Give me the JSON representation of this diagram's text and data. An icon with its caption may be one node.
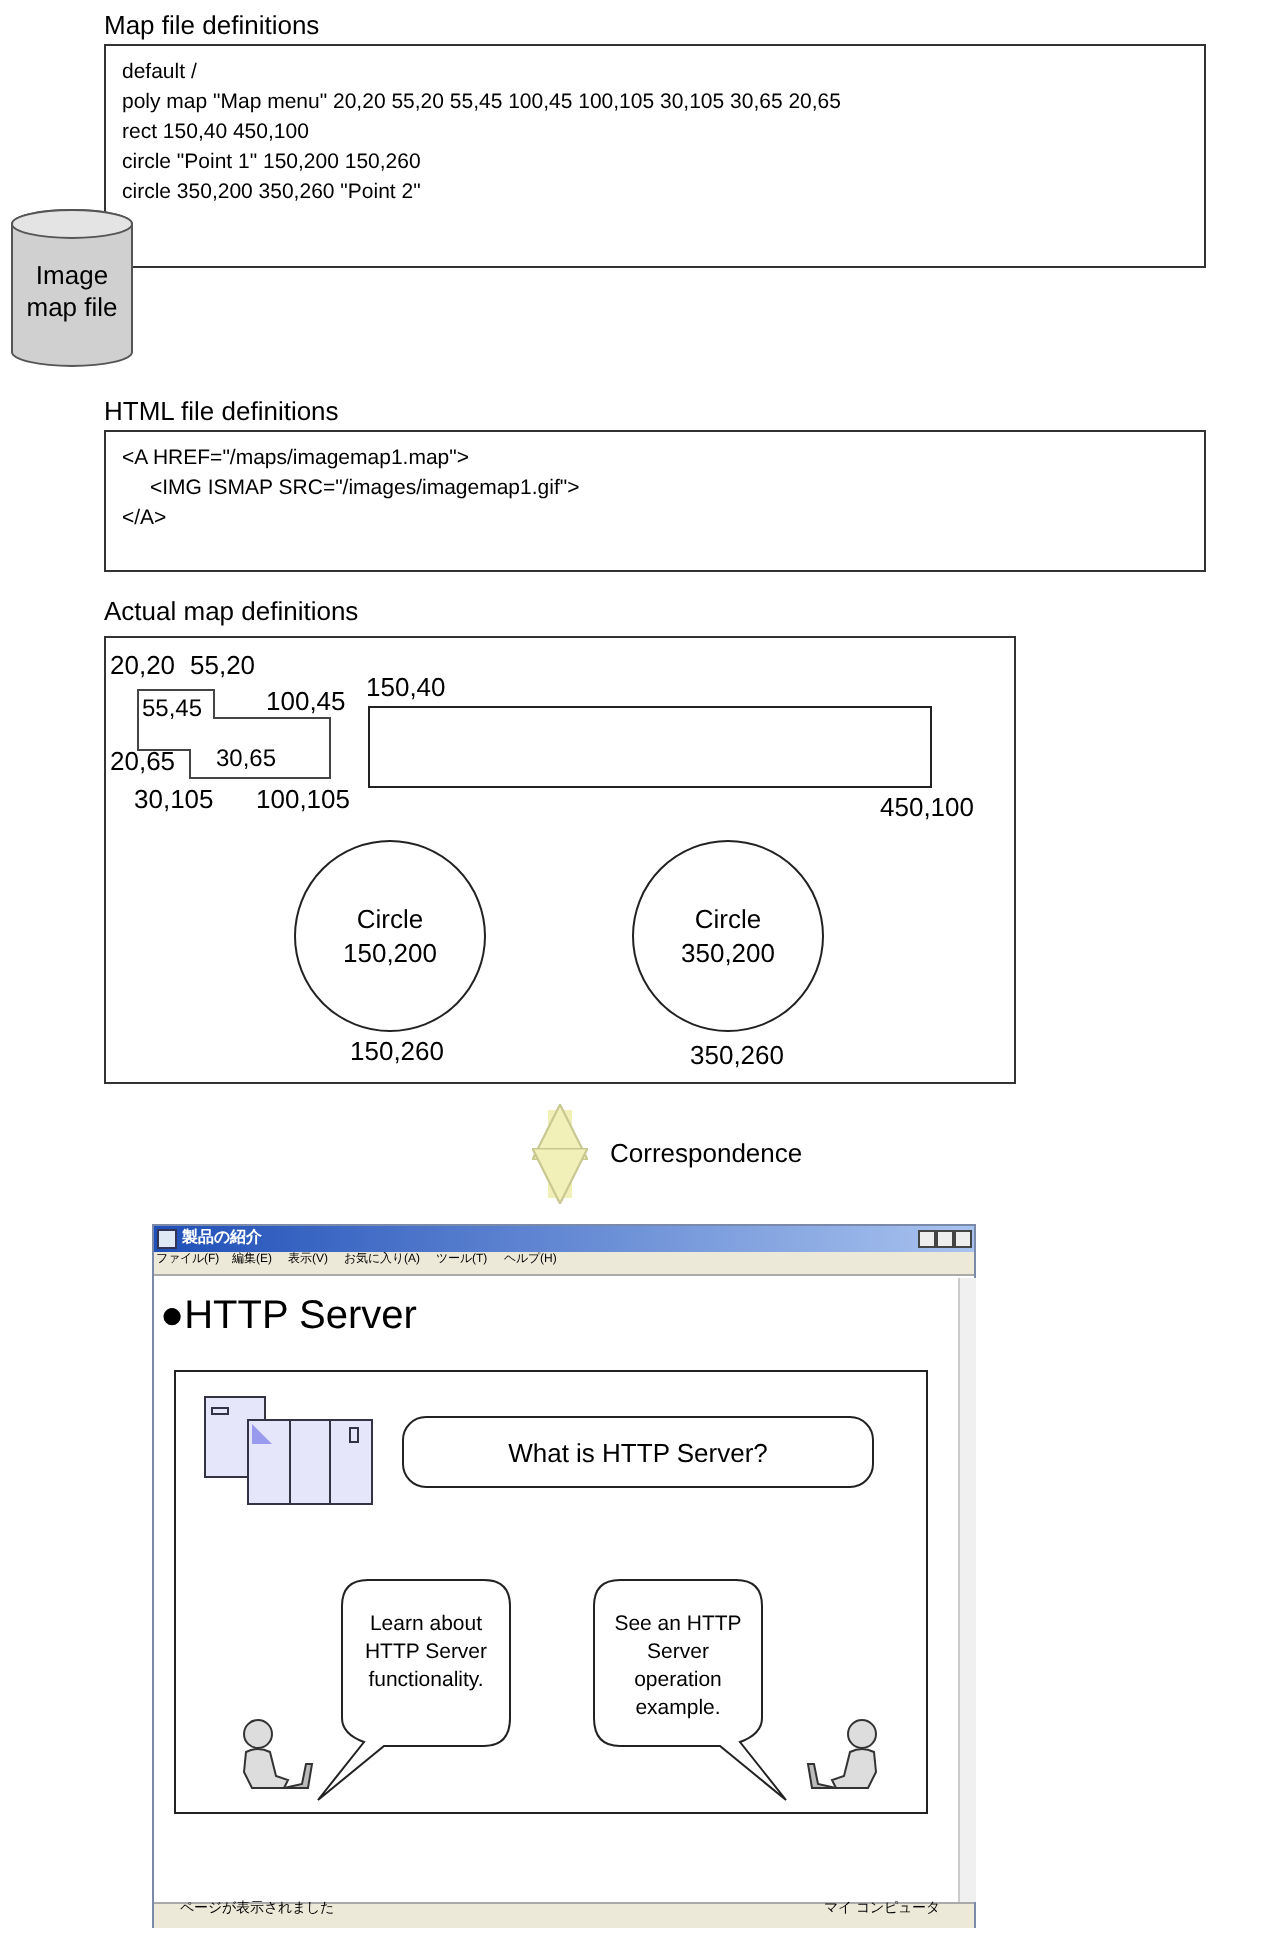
{
  "diagram": {
    "nodes": [
      {
        "text": [
          "Map file definitions",
          "default /",
          "poly map \"Map menu\" 20,20 55,20 55,45 100,45 100,105 30,105 30,65 20,65",
          "rect 150,40 450,100",
          "circle \"Point 1\" 150,200 150,260",
          "circle 350,200 350,260 \"Point 2\""
        ]
      },
      {
        "text": [
          "Image map file"
        ]
      },
      {
        "text": [
          "HTML file definitions",
          "<A HREF=\"/maps/imagemap1.map\">",
          "<IMG ISMAP SRC=\"/images/imagemap1.gif\">",
          "</A>"
        ]
      },
      {
        "text": [
          "Actual map definitions"
        ]
      },
      {
        "text": [],
        "shape": "polygon",
        "in": 3
      },
      {
        "text": [],
        "shape": "box",
        "in": 3
      },
      {
        "text": [
          "Circle 150,200"
        ],
        "in": 3
      },
      {
        "text": [
          "Circle 350,200"
        ],
        "in": 3
      },
      {
        "text": [
          "製品の紹介"
        ]
      },
      {
        "text": [],
        "shape": "box",
        "in": 8
      },
      {
        "text": [
          "What is HTTP Server?"
        ],
        "in": 9
      },
      {
        "text": [
          "Learn about HTTP Server functionality."
        ],
        "in": 9
      },
      {
        "text": [
          "See an HTTP Server operation example."
        ],
        "in": 9
      }
    ],
    "edges": [
      {
        "from": 3,
        "to": 8,
        "arrow": "both",
        "label": "Correspondence"
      }
    ],
    "labels": [
      "20,20",
      "55,20",
      "150,40",
      "55,45",
      "100,45",
      "20,65",
      "30,65",
      "30,105",
      "100,105",
      "450,100",
      "150,260",
      "350,260",
      "ファイル(F)",
      "編集(E)",
      "表示(V)",
      "お気に入り(A)",
      "ツール(T)",
      "ヘルプ(H)",
      "●HTTP Server",
      "ページが表示されました",
      "マイ コンピュータ"
    ]
  }
}
